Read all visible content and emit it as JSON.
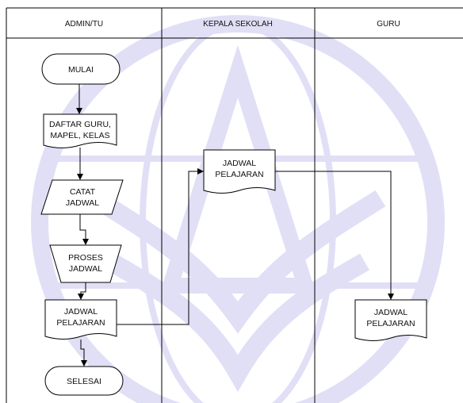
{
  "lanes": [
    {
      "label": "ADMIN/TU"
    },
    {
      "label": "KEPALA SEKOLAH"
    },
    {
      "label": "GURU"
    }
  ],
  "nodes": {
    "mulai": [
      "MULAI"
    ],
    "daftar": [
      "DAFTAR GURU,",
      "MAPEL, KELAS"
    ],
    "catat": [
      "CATAT",
      "JADWAL"
    ],
    "proses": [
      "PROSES",
      "JADWAL"
    ],
    "jadwal_admin": [
      "JADWAL",
      "PELAJARAN"
    ],
    "selesai": [
      "SELESAI"
    ],
    "jadwal_kepsek": [
      "JADWAL",
      "PELAJARAN"
    ],
    "jadwal_guru": [
      "JADWAL",
      "PELAJARAN"
    ]
  },
  "colors": {
    "watermark": "#c9c6f0",
    "line": "#000000",
    "fill": "#ffffff"
  }
}
